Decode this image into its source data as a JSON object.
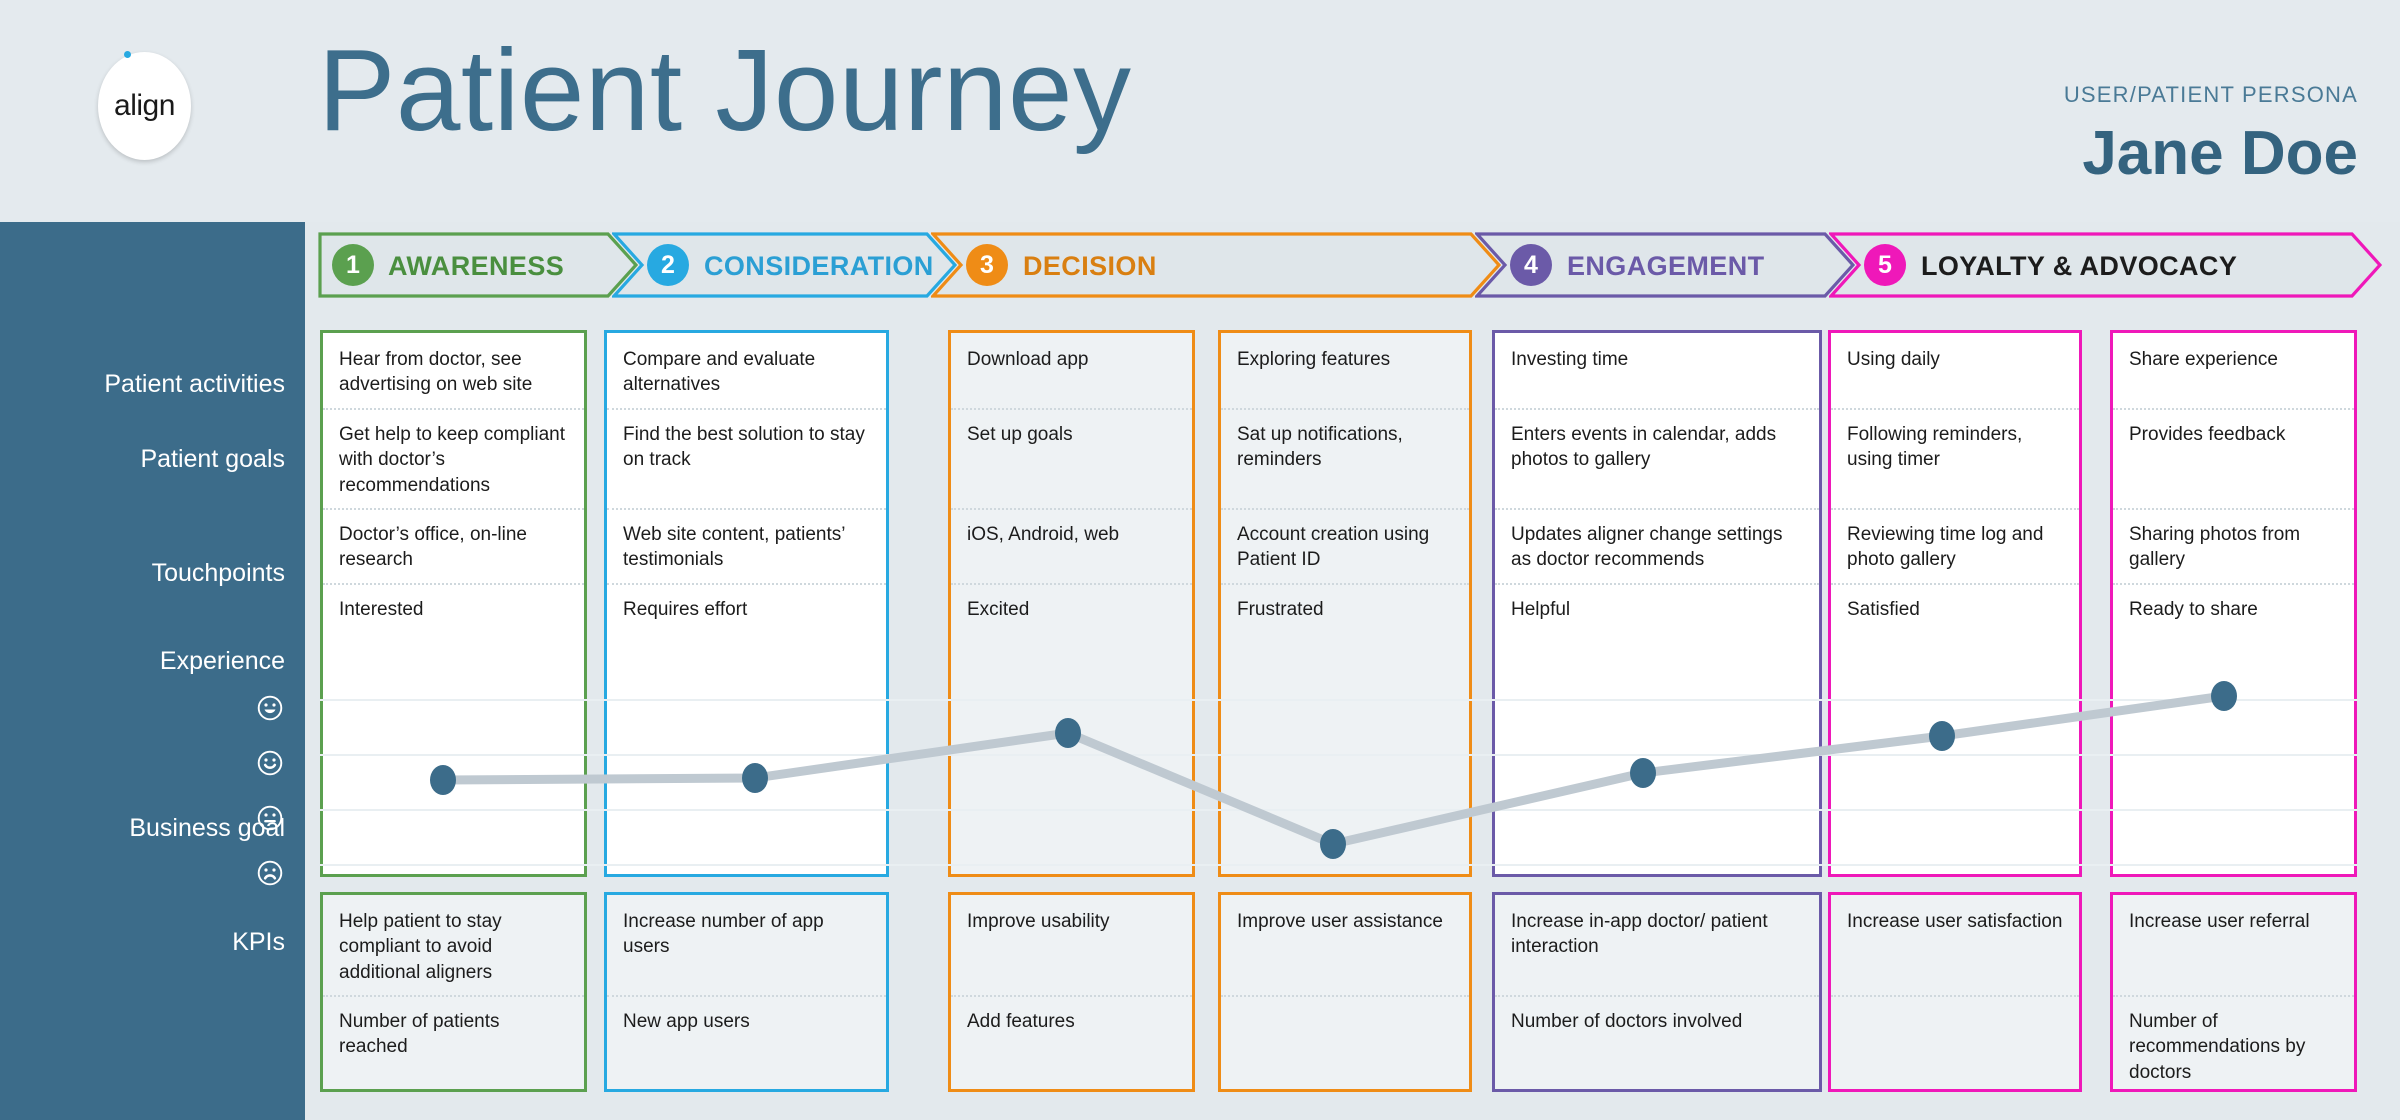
{
  "header": {
    "logo_text": "align",
    "title": "Patient Journey",
    "persona_label": "USER/PATIENT PERSONA",
    "persona_name": "Jane Doe"
  },
  "sidebar": {
    "rows": [
      {
        "label": "Patient activities"
      },
      {
        "label": "Patient goals"
      },
      {
        "label": "Touchpoints"
      },
      {
        "label": "Experience"
      },
      {
        "label": "Business goal"
      },
      {
        "label": "KPIs"
      }
    ],
    "experience_scale": [
      "happy-face-icon",
      "smile-face-icon",
      "neutral-face-icon",
      "sad-face-icon"
    ]
  },
  "stages": [
    {
      "number": "1",
      "name": "AWARENESS",
      "color": "#5ba04f",
      "label_color": "#4a8f3f",
      "columns": 1
    },
    {
      "number": "2",
      "name": "CONSIDERATION",
      "color": "#27a9e1",
      "label_color": "#2b9fd4",
      "columns": 1
    },
    {
      "number": "3",
      "name": "DECISION",
      "color": "#ef8c16",
      "label_color": "#d97f11",
      "columns": 2
    },
    {
      "number": "4",
      "name": "ENGAGEMENT",
      "color": "#6b5aa8",
      "label_color": "#6b5aa8",
      "columns": 1
    },
    {
      "number": "5",
      "name": "LOYALTY & ADVOCACY",
      "color": "#ef18b9",
      "label_color": "#1c1c1c",
      "columns": 2
    }
  ],
  "columns": [
    {
      "stage": "AWARENESS",
      "color": "#5ba04f",
      "patient_activities": "Hear from doctor, see advertising on web site",
      "patient_goals": "Get help to keep compliant with doctor’s recommendations",
      "touchpoints": "Doctor’s office, on-line research",
      "experience": "Interested",
      "business_goal": "Help patient to stay compliant to avoid additional aligners",
      "kpis": "Number of patients reached"
    },
    {
      "stage": "CONSIDERATION",
      "color": "#27a9e1",
      "patient_activities": "Compare and evaluate alternatives",
      "patient_goals": "Find the best solution to stay on track",
      "touchpoints": "Web site content, patients’ testimonials",
      "experience": "Requires effort",
      "business_goal": "Increase number of app users",
      "kpis": "New app users"
    },
    {
      "stage": "DECISION",
      "color": "#ef8c16",
      "patient_activities": "Download app",
      "patient_goals": "Set up goals",
      "touchpoints": "iOS, Android, web",
      "experience": "Excited",
      "business_goal": "Improve usability",
      "kpis": "Add features"
    },
    {
      "stage": "DECISION",
      "color": "#ef8c16",
      "patient_activities": "Exploring features",
      "patient_goals": "Sat up notifications, reminders",
      "touchpoints": "Account creation using Patient ID",
      "experience": "Frustrated",
      "business_goal": "Improve user assistance",
      "kpis": ""
    },
    {
      "stage": "ENGAGEMENT",
      "color": "#6b5aa8",
      "patient_activities": "Investing time",
      "patient_goals": "Enters events in calendar, adds photos to gallery",
      "touchpoints": "Updates aligner change settings as doctor recommends",
      "experience": "Helpful",
      "business_goal": "Increase in-app doctor/ patient interaction",
      "kpis": "Number of doctors involved"
    },
    {
      "stage": "LOYALTY & ADVOCACY",
      "color": "#ef18b9",
      "patient_activities": "Using daily",
      "patient_goals": "Following reminders, using timer",
      "touchpoints": "Reviewing time log and photo gallery",
      "experience": "Satisfied",
      "business_goal": "Increase user satisfaction",
      "kpis": ""
    },
    {
      "stage": "LOYALTY & ADVOCACY",
      "color": "#ef18b9",
      "patient_activities": "Share experience",
      "patient_goals": "Provides feedback",
      "touchpoints": "Sharing photos from gallery",
      "experience": "Ready to share",
      "business_goal": "Increase user referral",
      "kpis": "Number of recommendations by doctors"
    }
  ],
  "chart_data": {
    "type": "line",
    "title": "Experience",
    "xlabel": "",
    "ylabel": "Experience level",
    "categories": [
      "Awareness",
      "Consideration",
      "Decision (Download app)",
      "Decision (Exploring features)",
      "Engagement",
      "Loyalty (Using daily)",
      "Loyalty (Share experience)"
    ],
    "point_labels": [
      "Interested",
      "Requires effort",
      "Excited",
      "Frustrated",
      "Helpful",
      "Satisfied",
      "Ready to share"
    ],
    "values": [
      2,
      2,
      3,
      1,
      2.3,
      2.8,
      3.3
    ],
    "ylim": [
      0,
      4
    ],
    "y_ticks": [
      "happy-face-icon",
      "smile-face-icon",
      "neutral-face-icon",
      "sad-face-icon"
    ],
    "grid": true,
    "legend": "none",
    "line_color": "#bfc9d1",
    "point_color": "#3c6c8a",
    "pixel_points": [
      {
        "x": 443,
        "y": 780
      },
      {
        "x": 755,
        "y": 778
      },
      {
        "x": 1068,
        "y": 733
      },
      {
        "x": 1333,
        "y": 844
      },
      {
        "x": 1643,
        "y": 773
      },
      {
        "x": 1942,
        "y": 736
      },
      {
        "x": 2224,
        "y": 696
      }
    ]
  }
}
